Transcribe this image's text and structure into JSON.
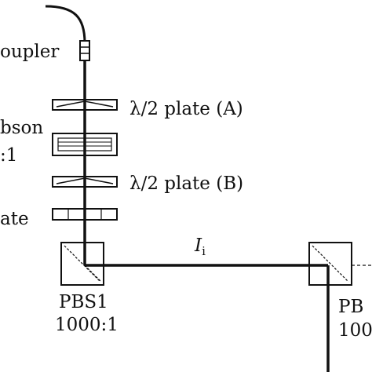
{
  "labels": {
    "coupler": "oupler",
    "plate_a": "λ/2 plate (A)",
    "gibson_1": "bson",
    "gibson_2": ":1",
    "plate_b": "λ/2 plate (B)",
    "plate_c": "ate",
    "beam_symbol": "I",
    "beam_subscript": "i",
    "pbs1_name": "PBS1",
    "pbs1_ratio": "1000:1",
    "pbs2_name": "PB",
    "pbs2_ratio": "100"
  },
  "colors": {
    "line": "#111111",
    "fill": "#ffffff"
  }
}
